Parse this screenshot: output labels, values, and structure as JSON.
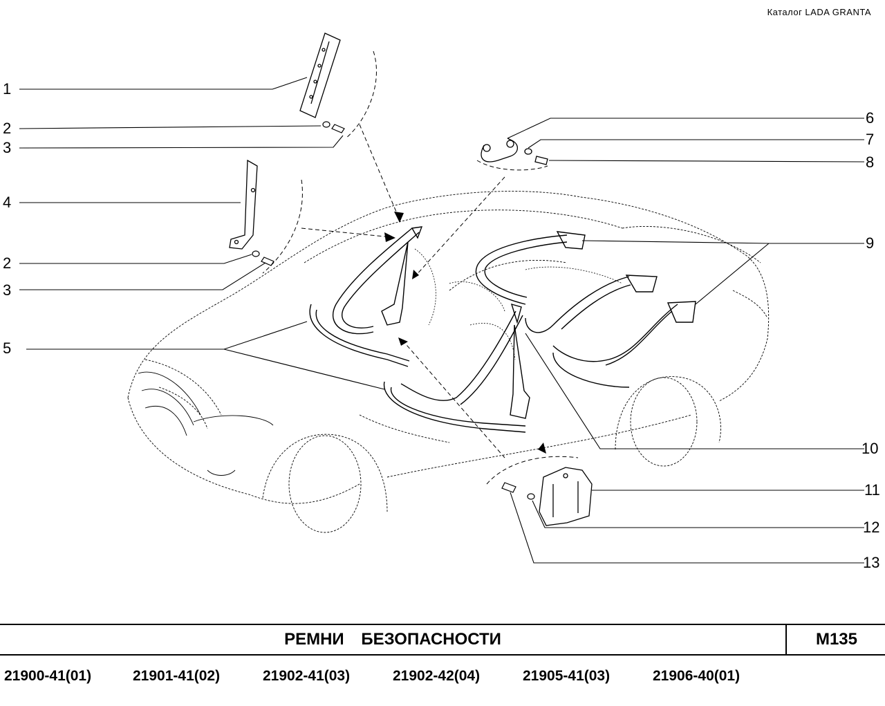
{
  "header": {
    "catalog": "Каталог  LADA  GRANTA"
  },
  "callouts": {
    "c1": "1",
    "c2a": "2",
    "c3a": "3",
    "c4": "4",
    "c2b": "2",
    "c3b": "3",
    "c5": "5",
    "c6": "6",
    "c7": "7",
    "c8": "8",
    "c9": "9",
    "c10": "10",
    "c11": "11",
    "c12": "12",
    "c13": "13"
  },
  "footer": {
    "title": "РЕМНИ   БЕЗОПАСНОСТИ",
    "code": "M135",
    "models": [
      "21900-41(01)",
      "21901-41(02)",
      "21902-41(03)",
      "21902-42(04)",
      "21905-41(03)",
      "21906-40(01)"
    ]
  },
  "colors": {
    "line": "#000000",
    "background": "#ffffff"
  }
}
